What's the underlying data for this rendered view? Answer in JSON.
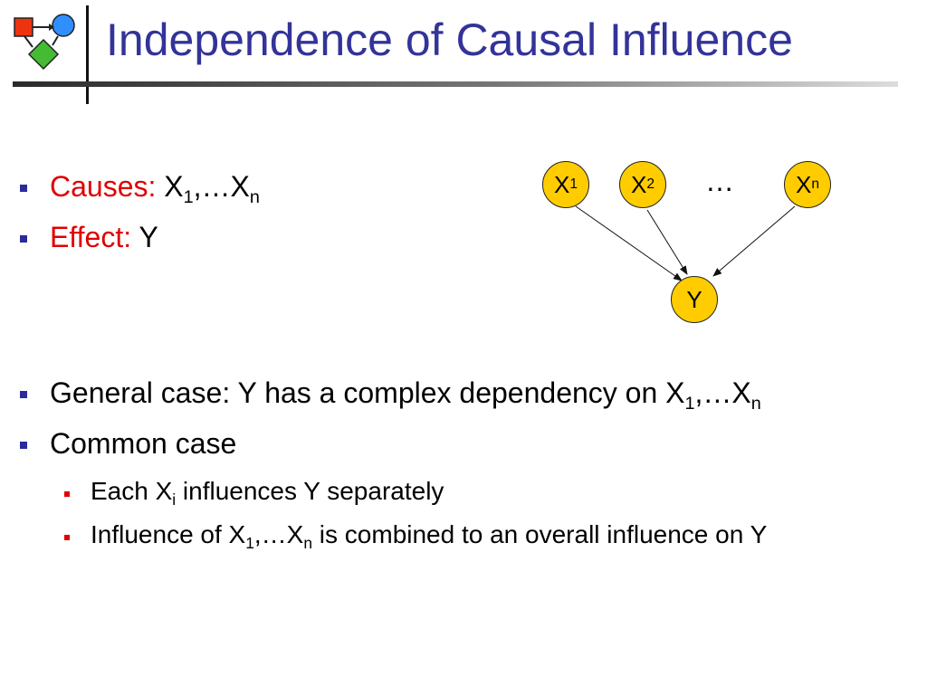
{
  "slide": {
    "title": "Independence of Causal Influence"
  },
  "bullets": [
    {
      "label": "Causes:",
      "x": "X",
      "s1": "1",
      "mid": ",…X",
      "s2": "n"
    },
    {
      "label": "Effect:",
      "text": "Y"
    },
    {
      "pre": "General case: Y has a complex dependency on X",
      "s1": "1",
      "mid": ",…X",
      "s2": "n"
    },
    {
      "text": "Common case"
    }
  ],
  "subbullets": [
    {
      "pre": "Each X",
      "sub": "i",
      "post": " influences Y separately"
    },
    {
      "pre": "Influence of X",
      "s1": "1",
      "mid": ",…X",
      "s2": "n",
      "post": " is combined to an overall influence on Y"
    }
  ],
  "diagram": {
    "nodes": [
      {
        "id": "x1",
        "base": "X",
        "sub": "1"
      },
      {
        "id": "x2",
        "base": "X",
        "sub": "2"
      },
      {
        "id": "xn",
        "base": "X",
        "sub": "n"
      },
      {
        "id": "y",
        "base": "Y",
        "sub": ""
      }
    ],
    "ellipsis": "…",
    "edges": [
      [
        "x1",
        "y"
      ],
      [
        "x2",
        "y"
      ],
      [
        "xn",
        "y"
      ]
    ],
    "node_color": "#ffcc00"
  },
  "colors": {
    "title": "#333399",
    "highlight": "#e00000",
    "bullet_level1": "#2b2b99",
    "bullet_level2": "#e00000"
  },
  "icons": {
    "logo": "network-logo-icon"
  }
}
